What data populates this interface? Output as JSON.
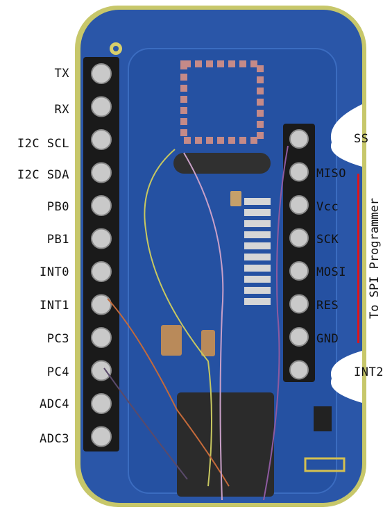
{
  "left_pins": [
    "TX",
    "RX",
    "I2C SCL",
    "I2C SDA",
    "PB0",
    "PB1",
    "INT0",
    "INT1",
    "PC3",
    "PC4",
    "ADC4",
    "ADC3"
  ],
  "right_pins": [
    "SS",
    "MISO",
    "Vcc",
    "SCK",
    "MOSI",
    "RES",
    "GND",
    "INT2"
  ],
  "programmer_label": "To SPI Programmer",
  "colors": {
    "pcb": "#2a56a8",
    "pcb_dark": "#1e418a",
    "outline": "#c7c76a",
    "bracket": "#e0141b",
    "pin": "#c9c9c9",
    "header": "#1a1a1a"
  }
}
